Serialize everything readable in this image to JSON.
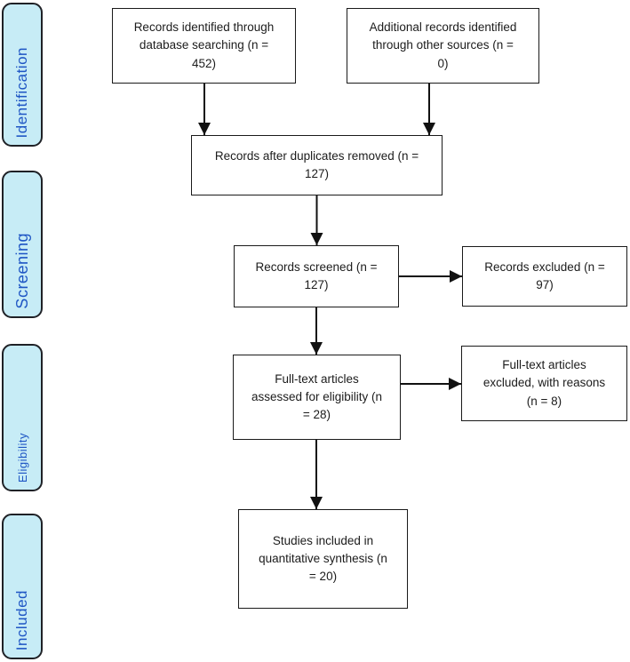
{
  "sidebar": {
    "fill_color": "#c7ecf6",
    "border_color": "#1f2126",
    "text_color": "#1e55c4",
    "stages": [
      {
        "label": "Identification"
      },
      {
        "label": "Screening"
      },
      {
        "label": "Eligibility"
      },
      {
        "label": "Included"
      }
    ]
  },
  "flow": {
    "box_border_color": "#1a1a1a",
    "boxes": {
      "identified_db": {
        "lines": [
          "Records identified through",
          "database searching (n =",
          "452)"
        ],
        "n": 452
      },
      "identified_other": {
        "lines": [
          "Additional records identified",
          "through other sources (n =",
          "0)"
        ],
        "n": 0
      },
      "deduplicated": {
        "lines": [
          "Records after duplicates removed (n =",
          "127)"
        ],
        "n": 127
      },
      "screened": {
        "lines": [
          "Records screened (n =",
          "127)"
        ],
        "n": 127
      },
      "records_excluded": {
        "lines": [
          "Records excluded (n =",
          "97)"
        ],
        "n": 97
      },
      "fulltext_assessed": {
        "lines": [
          "Full-text articles",
          "assessed for eligibility (n",
          "= 28)"
        ],
        "n": 28
      },
      "fulltext_excluded": {
        "lines": [
          "Full-text articles",
          "excluded, with reasons",
          "(n = 8)"
        ],
        "n": 8
      },
      "included_quantitative": {
        "lines": [
          "Studies included in",
          "quantitative synthesis (n",
          "= 20)"
        ],
        "n": 20
      }
    }
  }
}
